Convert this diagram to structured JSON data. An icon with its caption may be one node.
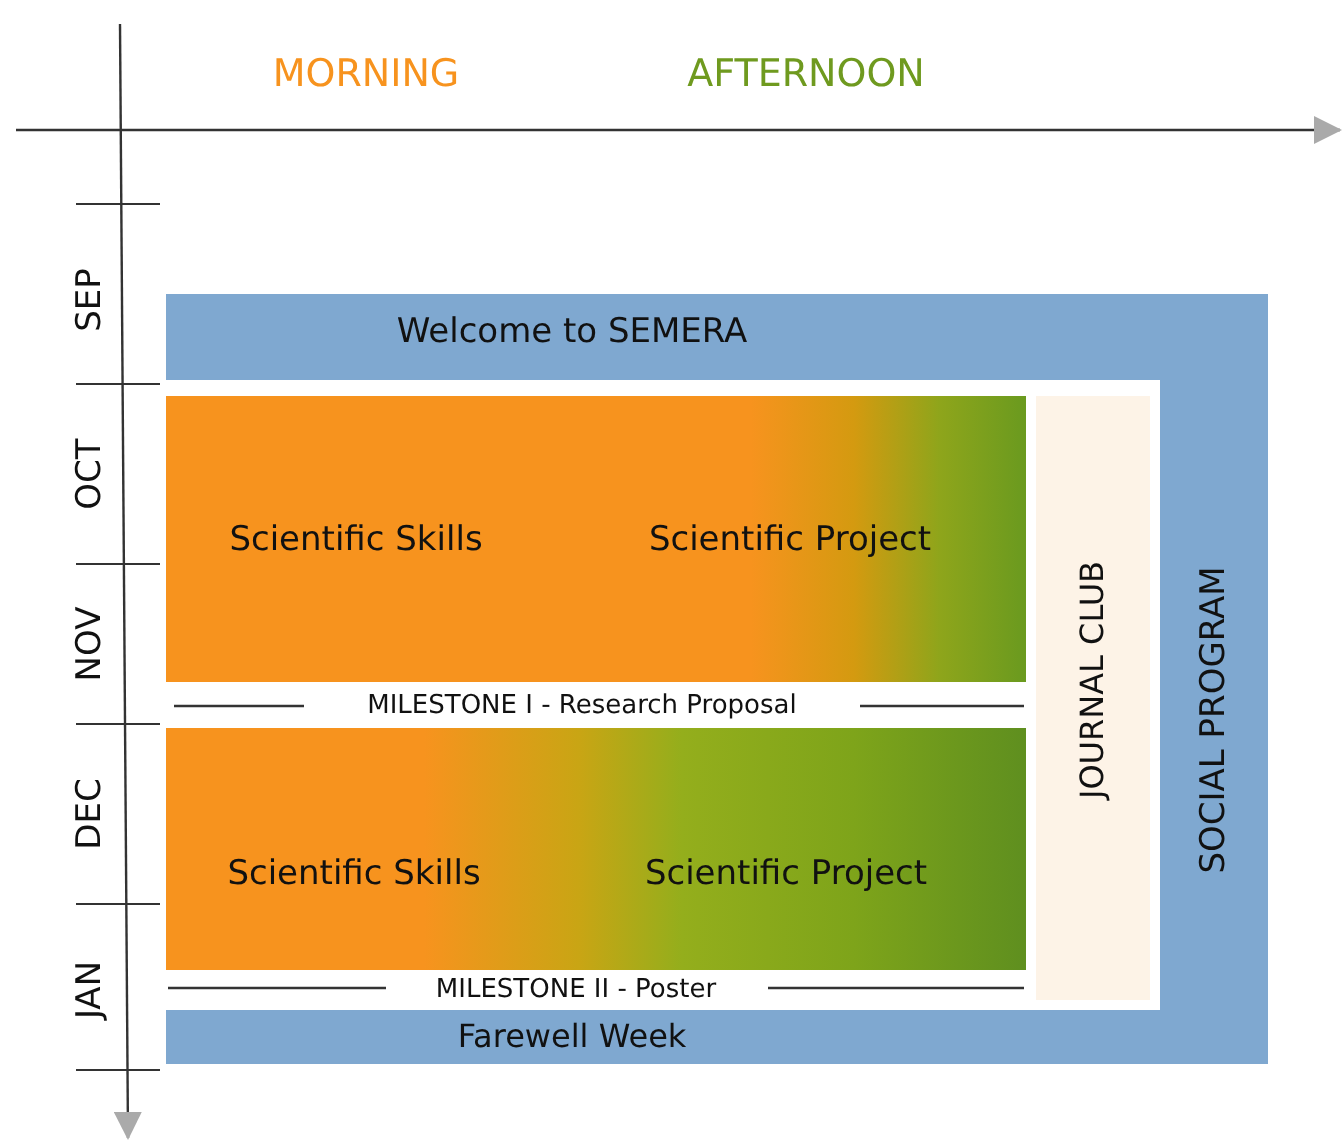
{
  "diagram": {
    "nodes": [
      {
        "text": [
          "Welcome to SEMERA",
          "SOCIAL PROGRAM",
          "Farewell Week"
        ]
      },
      {
        "text": [
          "Scientific Skills",
          "Scientific Project"
        ],
        "in": 0
      },
      {
        "text": [
          "Scientific Skills",
          "Scientific Project"
        ],
        "in": 0
      },
      {
        "text": [
          "JOURNAL CLUB"
        ],
        "in": 0
      }
    ],
    "edges": [],
    "labels": [
      "MORNING",
      "AFTERNOON",
      "SEP",
      "OCT",
      "NOV",
      "DEC",
      "JAN",
      "MILESTONE I - Research Proposal",
      "MILESTONE II - Poster"
    ]
  }
}
